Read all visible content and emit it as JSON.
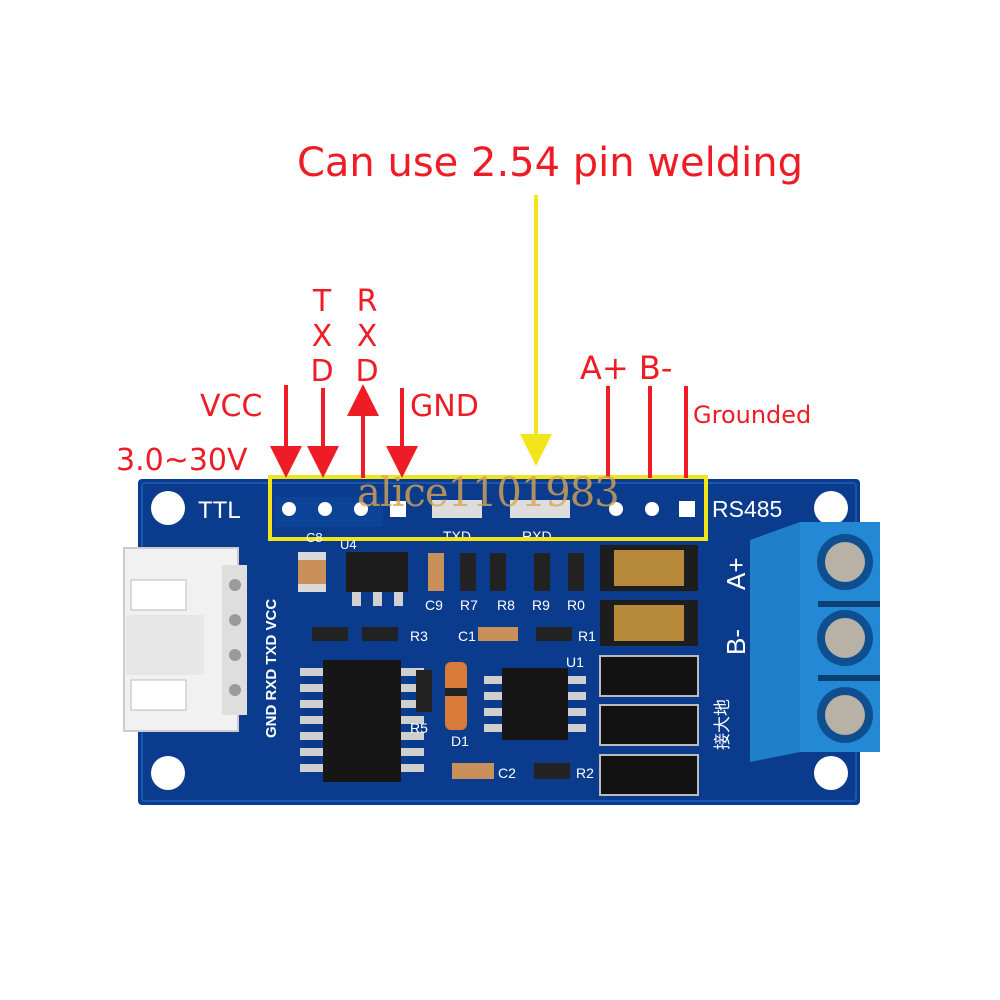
{
  "annotations": {
    "headline": "Can use 2.54 pin welding",
    "vcc": "VCC",
    "voltage": "3.0~30V",
    "txd": "TXD",
    "rxd": "RXD",
    "gnd": "GND",
    "a_b": "A+ B-",
    "grounded": "Grounded"
  },
  "board": {
    "ttl": "TTL",
    "rs485": "RS485",
    "header_pins": "GND RXD TXD VCC",
    "pad_txd": "TXD",
    "pad_rxd": "RXD",
    "terminal_a": "A+",
    "terminal_b": "B-",
    "terminal_gnd": "接大地",
    "refs": {
      "c8": "C8",
      "u4": "U4",
      "c9": "C9",
      "r7": "R7",
      "r8": "R8",
      "r9": "R9",
      "r0": "R0",
      "r3": "R3",
      "c1": "C1",
      "r1": "R1",
      "u1": "U1",
      "r5": "R5",
      "d1": "D1",
      "c2": "C2",
      "r2": "R2"
    }
  },
  "watermark": "alice1101983",
  "colors": {
    "annotation_red": "#ee1c25",
    "pcb_blue": "#0b3b8c",
    "highlight_yellow": "#f2e51a",
    "terminal_blue": "#1f7fc8"
  }
}
